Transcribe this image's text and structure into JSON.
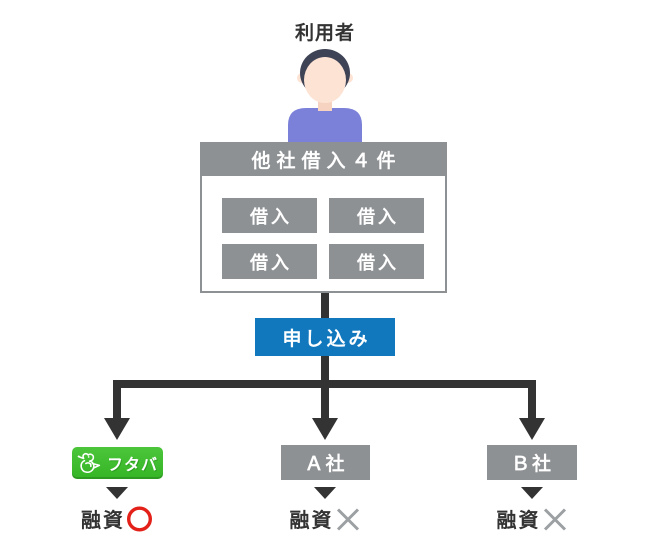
{
  "title": "利用者",
  "loans_box": {
    "header": "他社借入４件",
    "items": [
      {
        "label": "借入"
      },
      {
        "label": "借入"
      },
      {
        "label": "借入"
      },
      {
        "label": "借入"
      }
    ]
  },
  "application": {
    "label": "申し込み"
  },
  "lenders": [
    {
      "name": "フタバ",
      "kind": "futaba-logo",
      "result_label": "融資",
      "result": "approved",
      "mark": "circle"
    },
    {
      "name": "Ａ社",
      "kind": "gray-box",
      "result_label": "融資",
      "result": "rejected",
      "mark": "cross"
    },
    {
      "name": "Ｂ社",
      "kind": "gray-box",
      "result_label": "融資",
      "result": "rejected",
      "mark": "cross"
    }
  ],
  "colors": {
    "box_gray": "#8e9194",
    "connector_dark": "#333333",
    "application_blue": "#1178be",
    "futaba_green": "#3fbe2e",
    "approval_red": "#e32119",
    "cross_gray": "#9da0a3",
    "avatar_hair": "#3e4356",
    "avatar_skin": "#fde3d4",
    "avatar_shirt": "#7b80d9",
    "text_dark": "#333333"
  }
}
